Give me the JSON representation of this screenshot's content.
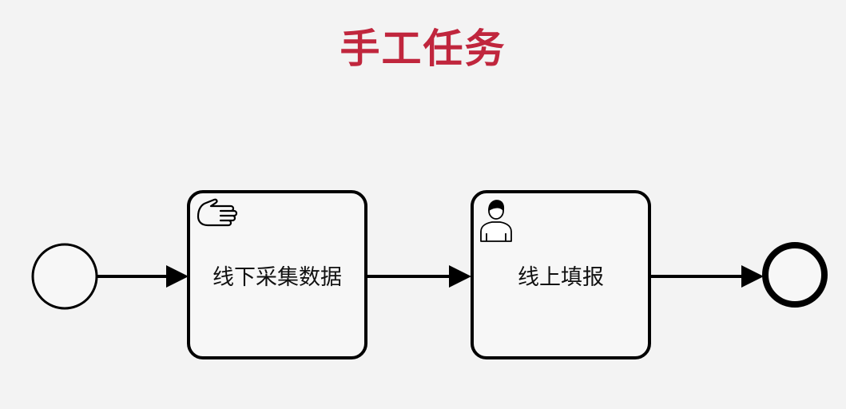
{
  "title": "手工任务",
  "nodes": {
    "start_event": {
      "type": "start-event"
    },
    "task_manual": {
      "type": "manual-task",
      "label": "线下采集数据",
      "icon": "hand-icon"
    },
    "task_user": {
      "type": "user-task",
      "label": "线上填报",
      "icon": "user-icon"
    },
    "end_event": {
      "type": "end-event"
    }
  },
  "edges": [
    {
      "from": "start_event",
      "to": "task_manual"
    },
    {
      "from": "task_manual",
      "to": "task_user"
    },
    {
      "from": "task_user",
      "to": "end_event"
    }
  ],
  "colors": {
    "title": "#c0263d",
    "stroke": "#000000",
    "background": "#f3f3f3"
  }
}
